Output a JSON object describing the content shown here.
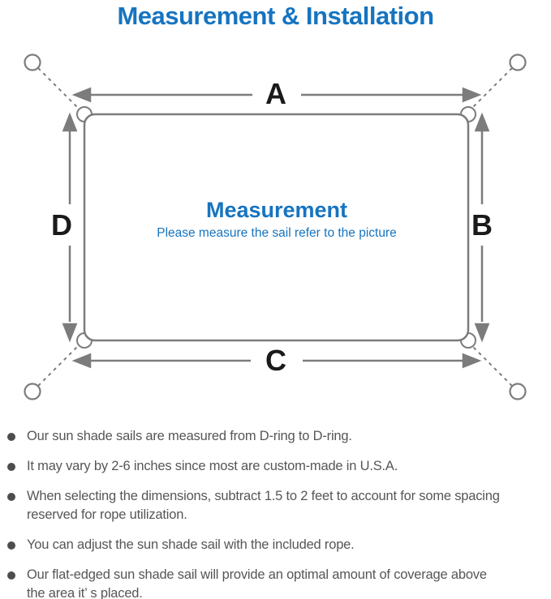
{
  "title": "Measurement & Installation",
  "colors": {
    "accent_blue": "#1674c0",
    "line_gray": "#7c7c7c",
    "text_gray": "#565656",
    "label_black": "#1a1a1a"
  },
  "diagram": {
    "center_title": "Measurement",
    "center_subtitle": "Please measure the sail refer to the picture",
    "dimension_labels": {
      "top": "A",
      "right": "B",
      "bottom": "C",
      "left": "D"
    }
  },
  "notes": {
    "items": [
      {
        "line1": "Our sun shade sails are measured from D-ring to D-ring."
      },
      {
        "line1": "It may vary by 2-6 inches since most are custom-made in U.S.A."
      },
      {
        "line1": "When selecting the dimensions, subtract 1.5 to 2 feet to account for some spacing",
        "line2": "reserved for rope utilization."
      },
      {
        "line1": "You can adjust the sun shade sail with the included rope."
      },
      {
        "line1": "Our flat-edged sun shade sail will provide an optimal amount of coverage above",
        "line2": "the area it’ s placed."
      }
    ]
  }
}
